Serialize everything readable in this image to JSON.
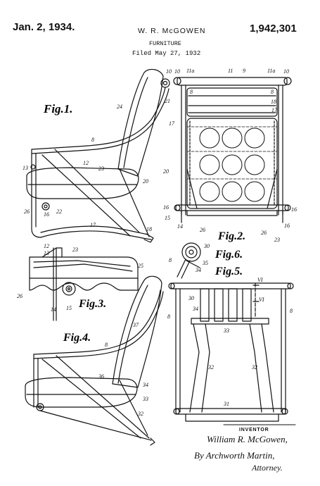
{
  "header": {
    "date": "Jan. 2, 1934.",
    "inventor_name": "W. R. McGOWEN",
    "patent_number": "1,942,301",
    "subject": "FURNITURE",
    "filed": "Filed May 27, 1932"
  },
  "figures": {
    "fig1": "Fig.1.",
    "fig2": "Fig.2.",
    "fig3": "Fig.3.",
    "fig4": "Fig.4.",
    "fig5": "Fig.5.",
    "fig6": "Fig.6."
  },
  "refs": {
    "fig1": [
      "10",
      "21",
      "24",
      "8",
      "13",
      "12",
      "23",
      "20",
      "26",
      "16",
      "22",
      "17",
      "18"
    ],
    "fig2": [
      "10",
      "11a",
      "11",
      "9",
      "11a",
      "10",
      "8",
      "8",
      "18",
      "17",
      "17",
      "20",
      "16",
      "16",
      "15",
      "14",
      "26",
      "26",
      "23",
      "16"
    ],
    "fig3": [
      "12",
      "13",
      "23",
      "25",
      "26",
      "14",
      "15"
    ],
    "fig4": [
      "8",
      "37",
      "36",
      "34",
      "33",
      "32"
    ],
    "fig5": [
      "VI",
      "VI",
      "30",
      "34",
      "33",
      "8",
      "8",
      "32",
      "32",
      "31"
    ],
    "fig6": [
      "8",
      "30",
      "35",
      "34"
    ]
  },
  "signature": {
    "title": "INVENTOR",
    "inventor": "William R. McGowen,",
    "by": "By Archworth Martin,",
    "attorney": "Attorney."
  }
}
